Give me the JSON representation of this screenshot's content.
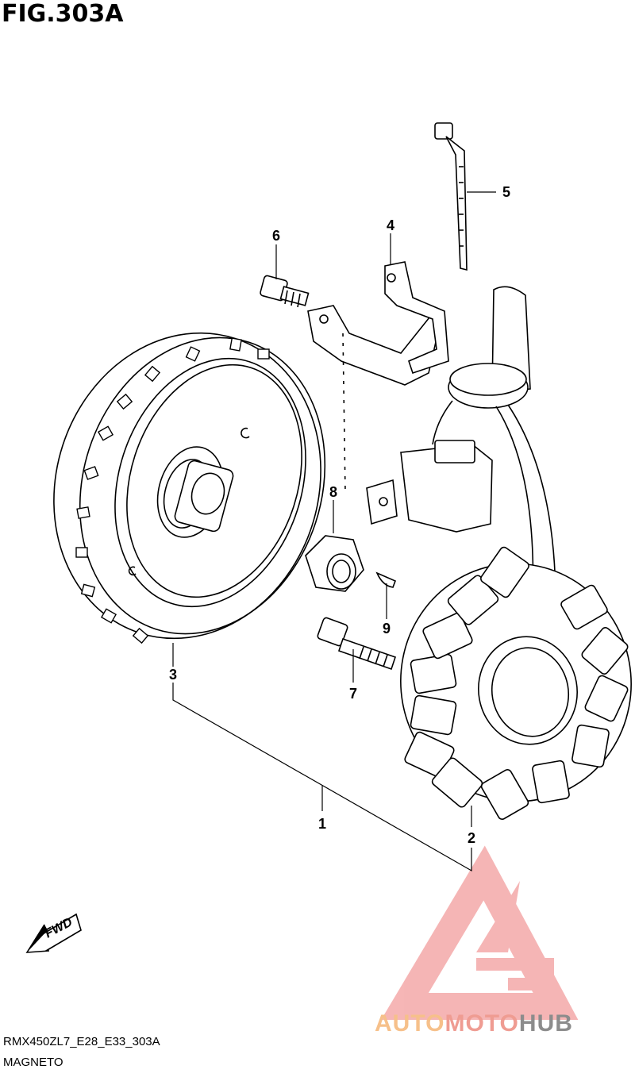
{
  "figure": {
    "title": "FIG.303A",
    "model_code": "RMX450ZL7_E28_E33_303A",
    "caption": "MAGNETO"
  },
  "callouts": [
    {
      "id": "1",
      "part": "magneto-assembly"
    },
    {
      "id": "2",
      "part": "stator"
    },
    {
      "id": "3",
      "part": "rotor-flywheel"
    },
    {
      "id": "4",
      "part": "clamp-bracket"
    },
    {
      "id": "5",
      "part": "cable-tie"
    },
    {
      "id": "6",
      "part": "bracket-bolt"
    },
    {
      "id": "7",
      "part": "stator-bolt"
    },
    {
      "id": "8",
      "part": "rotor-nut"
    },
    {
      "id": "9",
      "part": "woodruff-key"
    }
  ],
  "direction_marker": {
    "label": "FWD",
    "icon": "fwd-arrow-icon"
  },
  "watermark": {
    "word_part1": "AUTO",
    "word_part2": "MOTO",
    "word_part3": "HUB",
    "colors": {
      "part1": "#f6c08a",
      "part2": "#ef9c92",
      "part3": "#8c8c8c",
      "triangle": "#ee7a7a"
    }
  }
}
